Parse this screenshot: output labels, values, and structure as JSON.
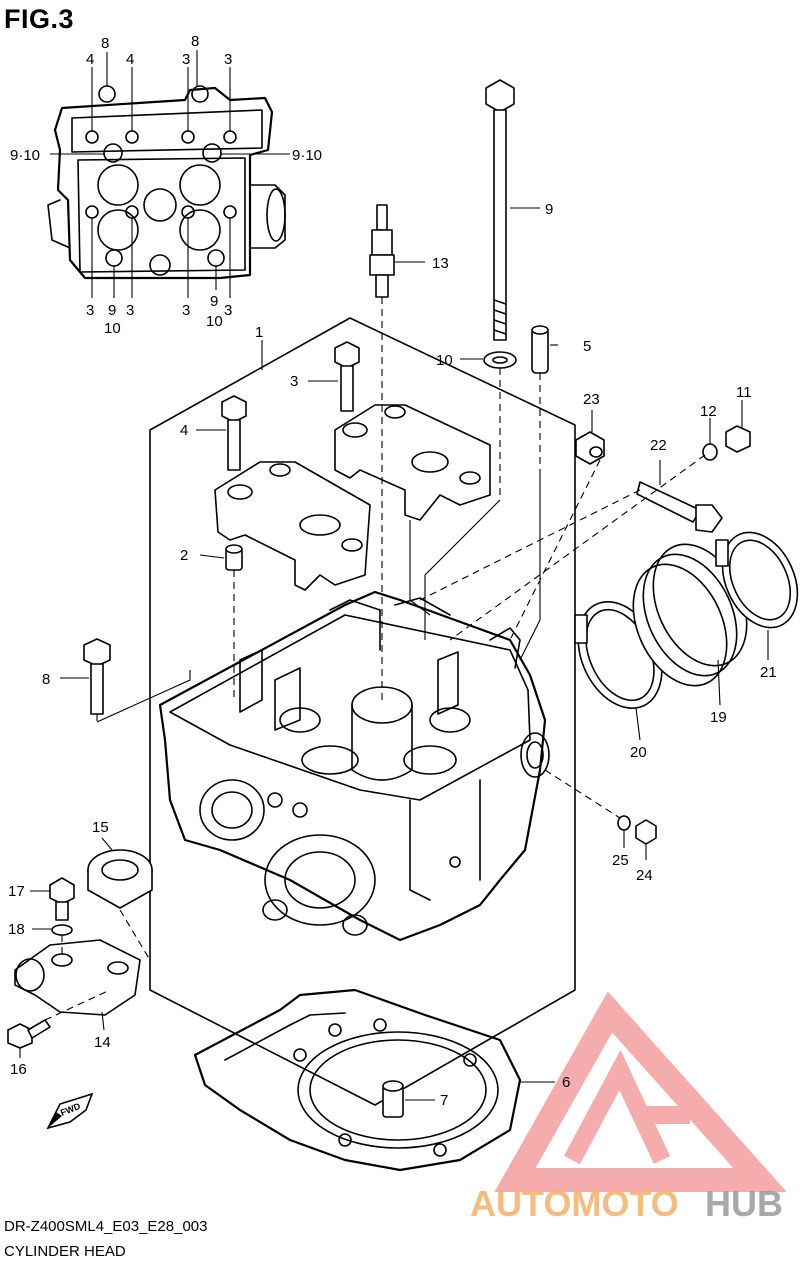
{
  "figure": {
    "title": "FIG.3"
  },
  "footer": {
    "code": "DR-Z400SML4_E03_E28_003",
    "name": "CYLINDER HEAD"
  },
  "watermark": {
    "text_a": "AUTOMOTO",
    "text_b": "HUB",
    "color_a": "#f5b06a",
    "color_b": "#9a9a9a",
    "logo_color": "#f08080"
  },
  "fwd_label": "FWD",
  "top_view": {
    "callouts": [
      "8",
      "4",
      "4",
      "8",
      "3",
      "3",
      "9·10",
      "9·10",
      "3",
      "9",
      "3",
      "3",
      "9",
      "3",
      "10",
      "10"
    ]
  },
  "parts": [
    "1",
    "2",
    "3",
    "4",
    "5",
    "6",
    "7",
    "8",
    "9",
    "10",
    "11",
    "12",
    "13",
    "14",
    "15",
    "16",
    "17",
    "18",
    "19",
    "20",
    "21",
    "22",
    "23",
    "24",
    "25"
  ]
}
